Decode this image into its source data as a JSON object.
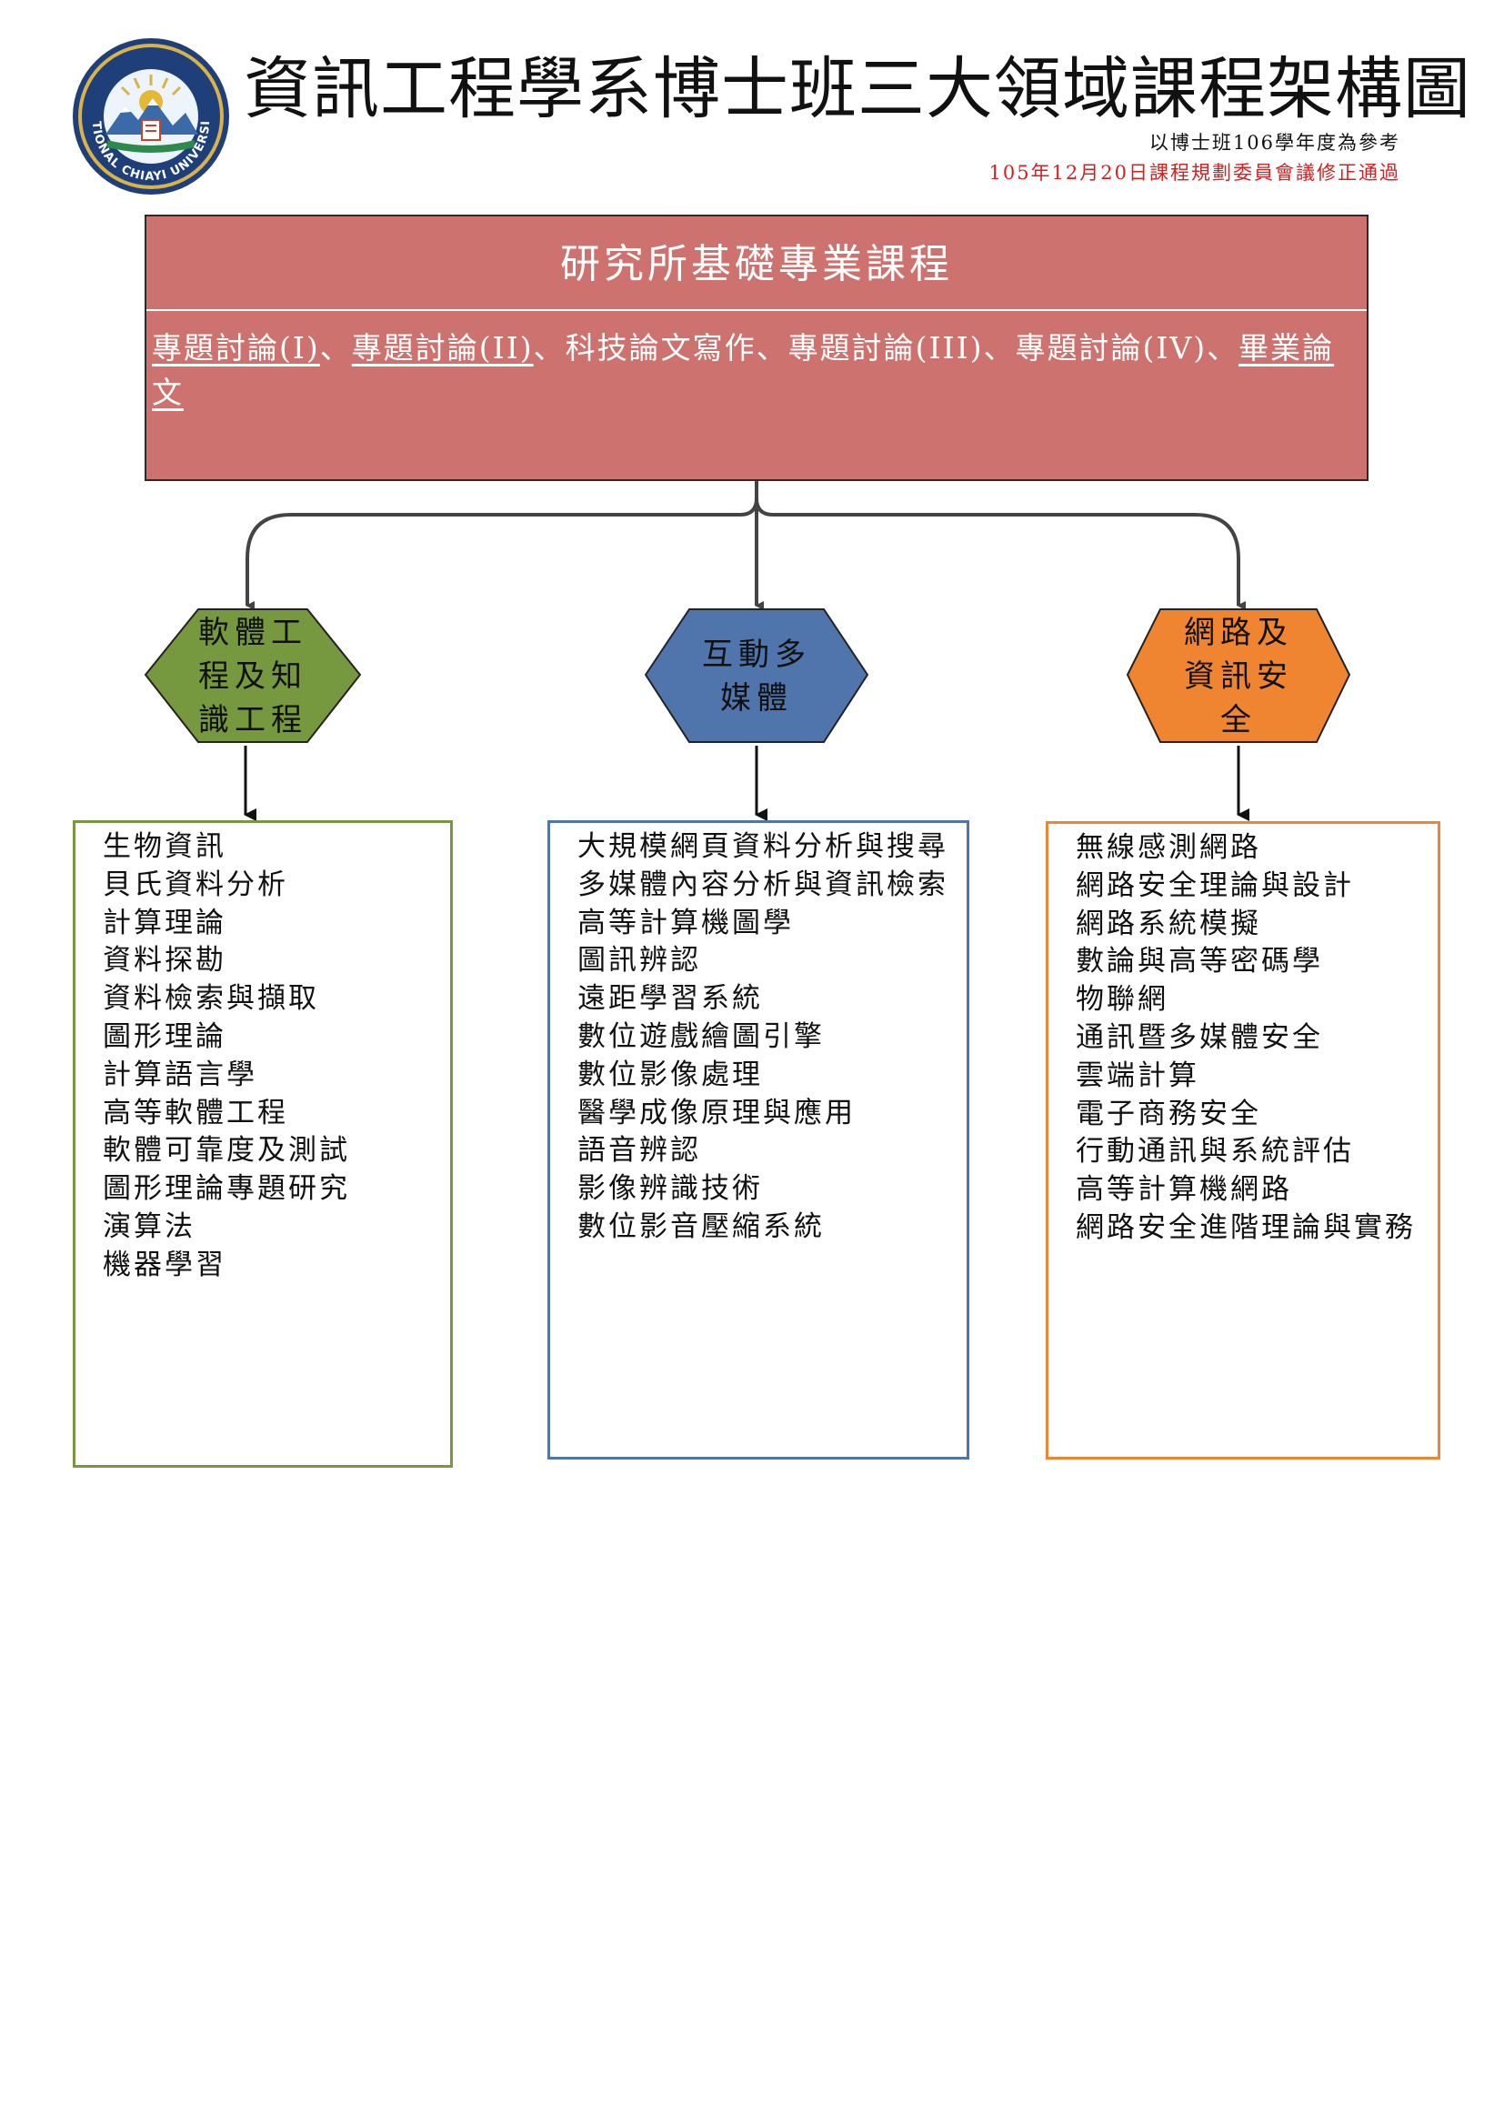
{
  "header": {
    "title": "資訊工程學系博士班三大領域課程架構圖",
    "ref_note": "以博士班106學年度為參考",
    "approval_note": "105年12月20日課程規劃委員會議修正通過",
    "logo": {
      "icon": "university-seal-icon",
      "text": "NATIONAL CHIAYI UNIVERSITY"
    }
  },
  "foundation": {
    "title": "研究所基礎專業課程",
    "courses": [
      {
        "name": "專題討論(I)",
        "underlined": true
      },
      {
        "name": "專題討論(II)",
        "underlined": true
      },
      {
        "name": "科技論文寫作",
        "underlined": false
      },
      {
        "name": "專題討論(III)",
        "underlined": false
      },
      {
        "name": "專題討論(IV)",
        "underlined": false
      },
      {
        "name": "畢業論文",
        "underlined": true
      }
    ],
    "separator": "、"
  },
  "domains": [
    {
      "label_lines": [
        "軟體工",
        "程及知",
        "識工程"
      ],
      "color": "#76983f",
      "courses": [
        "生物資訊",
        "貝氏資料分析",
        "計算理論",
        "資料探勘",
        "資料檢索與擷取",
        "圖形理論",
        "計算語言學",
        "高等軟體工程",
        "軟體可靠度及測試",
        "圖形理論專題研究",
        "演算法",
        "機器學習"
      ]
    },
    {
      "label_lines": [
        "互動多",
        "媒體"
      ],
      "color": "#4f75ac",
      "courses": [
        "大規模網頁資料分析與搜尋",
        "多媒體內容分析與資訊檢索",
        "高等計算機圖學",
        "圖訊辨認",
        "遠距學習系統",
        "數位遊戲繪圖引擎",
        "數位影像處理",
        "醫學成像原理與應用",
        "語音辨認",
        "影像辨識技術",
        "數位影音壓縮系統"
      ]
    },
    {
      "label_lines": [
        "網路及",
        "資訊安",
        "全"
      ],
      "color": "#ef8530",
      "courses": [
        "無線感測網路",
        "網路安全理論與設計",
        "網路系統模擬",
        "數論與高等密碼學",
        "物聯網",
        "通訊暨多媒體安全",
        "雲端計算",
        "電子商務安全",
        "行動通訊與系統評估",
        "高等計算機網路",
        "網路安全進階理論與實務"
      ]
    }
  ],
  "colors": {
    "foundation_fill": "#cd726e",
    "connector": "#444444",
    "approval_text": "#d42020"
  }
}
